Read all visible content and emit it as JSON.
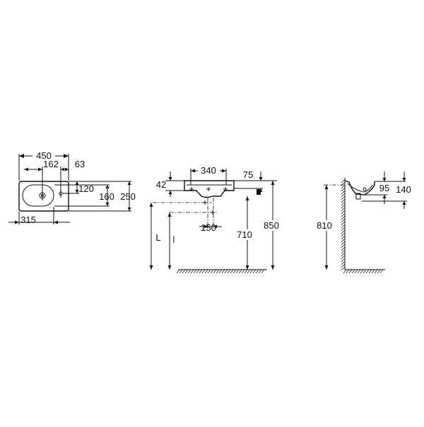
{
  "plan_view": {
    "width": "450",
    "hole_offset": "162",
    "edge_offset": "63",
    "hole_y": "120",
    "bowl_depth": "160",
    "depth": "250",
    "bowl_width": "315"
  },
  "front_view": {
    "tap_spacing": "340",
    "rim_height": "42",
    "side_dim": "75",
    "waste_spacing": "150",
    "label_L": "L",
    "label_l": "l",
    "waste_height": "710",
    "rim_total_height": "850"
  },
  "side_view": {
    "bowl_dim": "95",
    "projection": "140",
    "height": "810"
  }
}
